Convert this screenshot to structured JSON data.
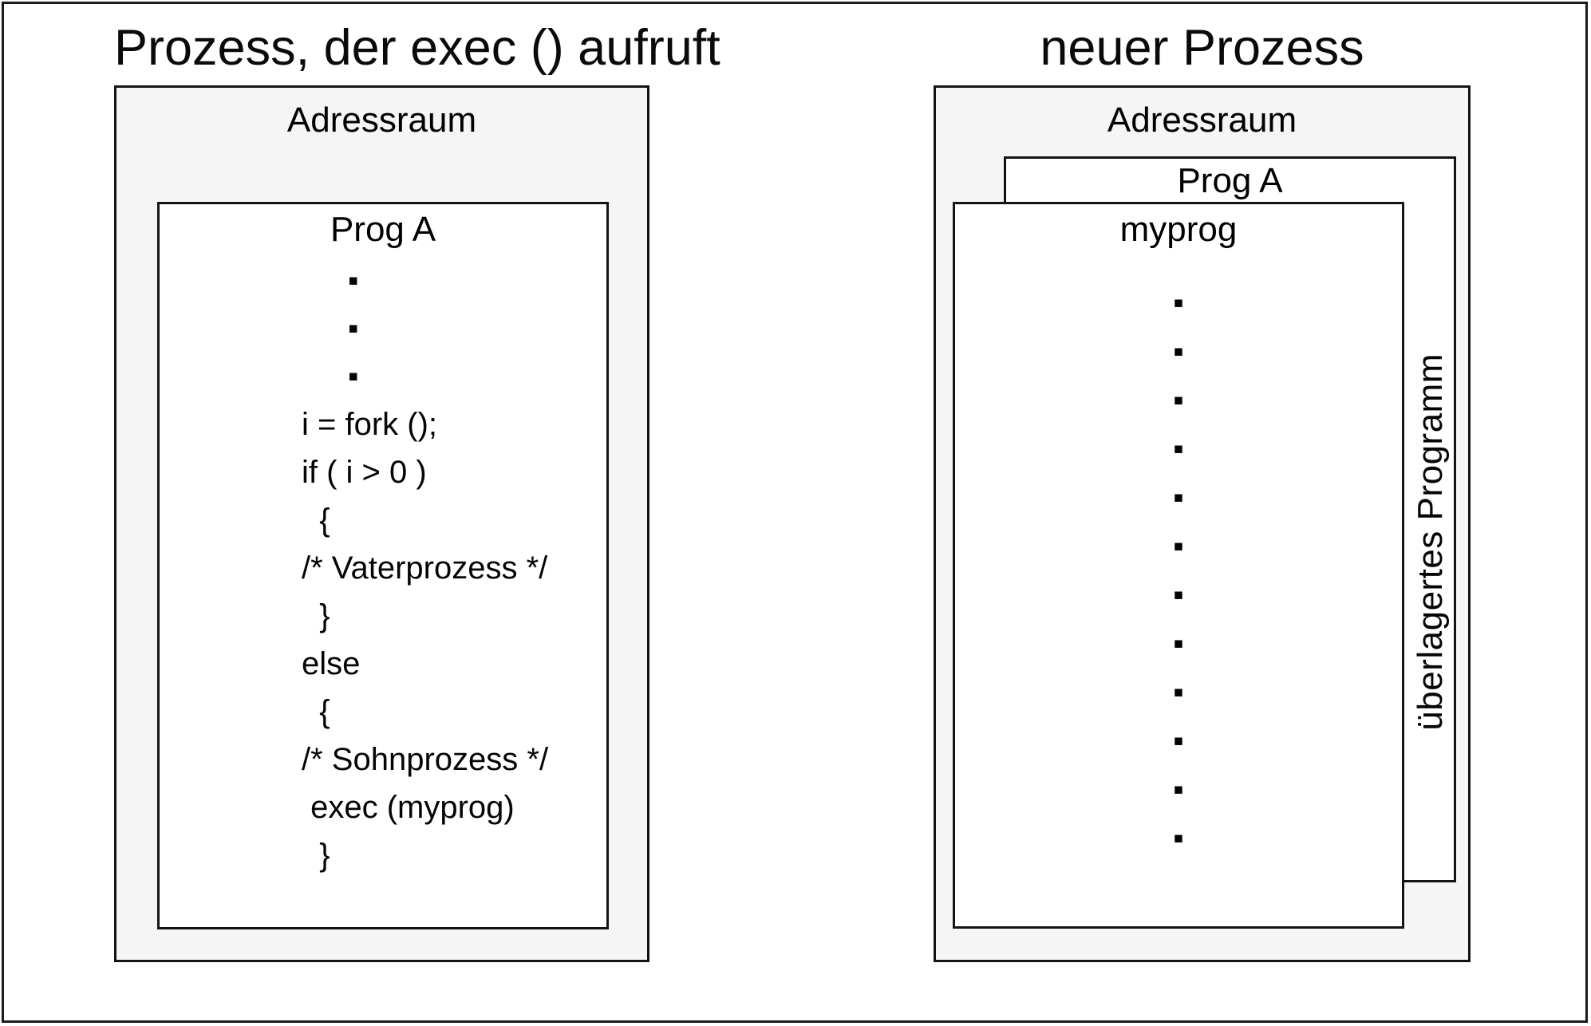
{
  "figure": {
    "background": "#ffffff",
    "frame_border_color": "#1a1a1a",
    "box_border_color": "#141414",
    "address_space_fill": "#f5f5f5",
    "program_box_fill": "#ffffff",
    "text_color": "#000000"
  },
  "left_process": {
    "title": "Prozess, der exec () aufruft",
    "address_space_label": "Adressraum",
    "program_label": "Prog A",
    "ellipsis_dots": [
      "▪",
      "▪",
      "▪"
    ],
    "code_lines": [
      "i = fork ();",
      "if ( i > 0 )",
      "  {",
      "/* Vaterprozess */",
      "  }",
      "else",
      "  {",
      "/* Sohnprozess */",
      " exec (myprog)",
      "  }"
    ]
  },
  "right_process": {
    "title": "neuer Prozess",
    "address_space_label": "Adressraum",
    "old_program_label": "Prog A",
    "new_program_label": "myprog",
    "overlay_caption": "überlagertes Programm",
    "ellipsis_dots": [
      "▪",
      "▪",
      "▪",
      "▪",
      "▪",
      "▪",
      "▪",
      "▪",
      "▪",
      "▪",
      "▪",
      "▪"
    ]
  }
}
